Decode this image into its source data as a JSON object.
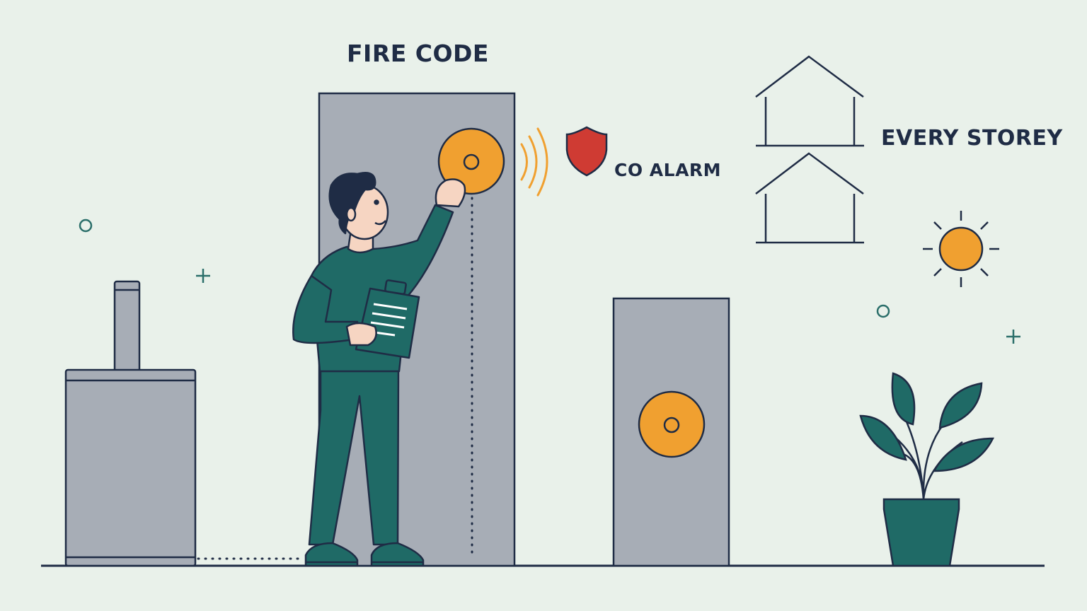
{
  "labels": {
    "fire_code": "FIRE CODE",
    "co_alarm": "CO ALARM",
    "every_storey": "EVERY STOREY"
  },
  "colors": {
    "background": "#e9f1ea",
    "outline": "#1f2c45",
    "panel_gray": "#a7adb6",
    "alarm_orange": "#f0a030",
    "figure_teal": "#1f6a66",
    "shield_red": "#cf3b33",
    "skin": "#f6d5c2"
  },
  "icons": [
    "shield-icon",
    "house-icon",
    "sun-icon",
    "sparkle-icon",
    "alarm-signal-icon"
  ]
}
